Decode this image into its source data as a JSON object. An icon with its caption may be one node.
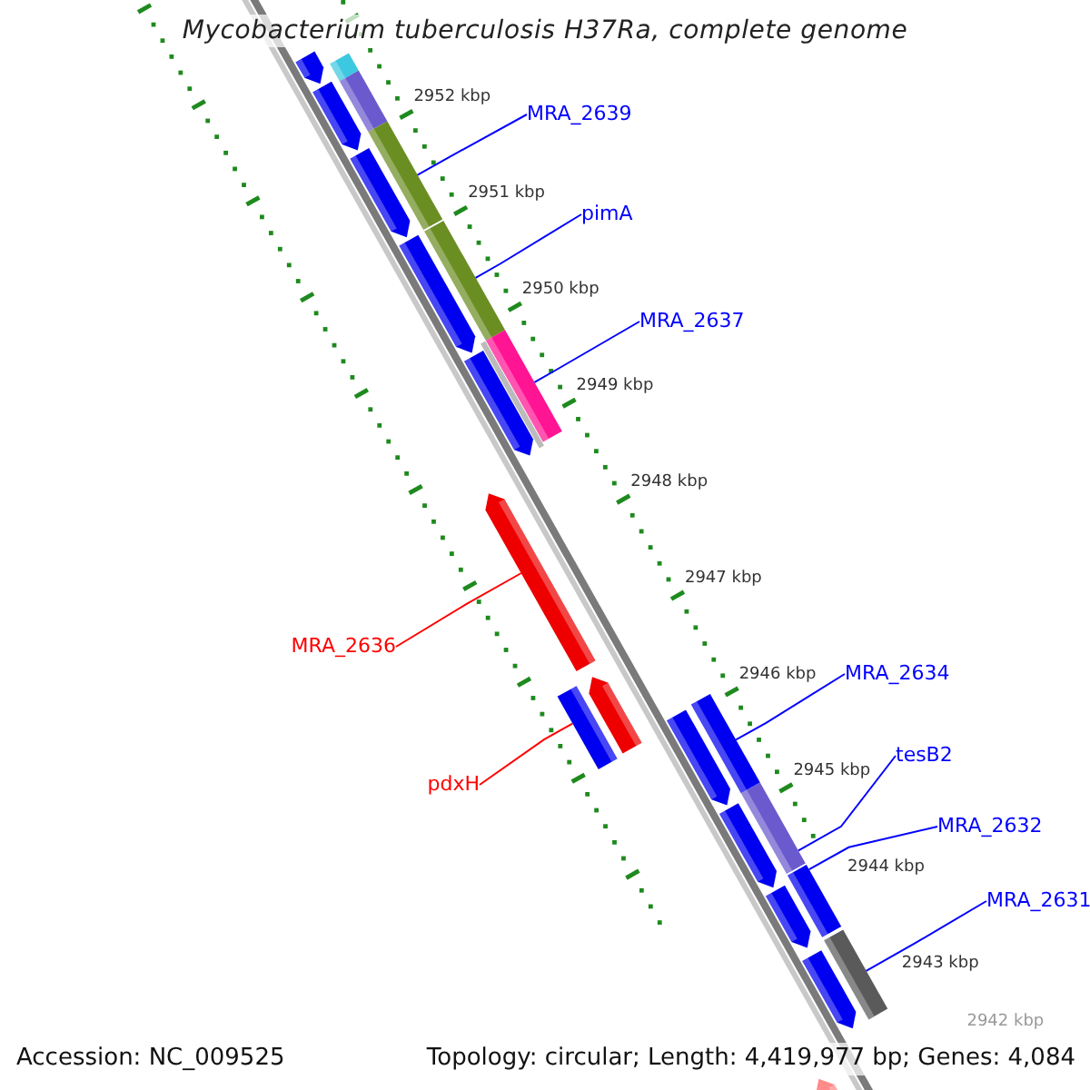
{
  "diagram": {
    "title": "Mycobacterium tuberculosis H37Ra, complete genome",
    "nodes": [
      {
        "text": [
          "MRA_2639"
        ]
      },
      {
        "text": [
          "pimA"
        ]
      },
      {
        "text": [
          "MRA_2637"
        ]
      },
      {
        "text": [
          "MRA_2636"
        ]
      },
      {
        "text": [
          "MRA_2634"
        ]
      },
      {
        "text": [
          "tesB2"
        ]
      },
      {
        "text": [
          "pdxH"
        ]
      },
      {
        "text": [
          "MRA_2632"
        ]
      },
      {
        "text": [
          "MRA_2631"
        ]
      },
      {
        "text": [],
        "shape": "bar"
      },
      {
        "text": [],
        "shape": "bar"
      },
      {
        "text": [],
        "shape": "bar"
      },
      {
        "text": [],
        "shape": "bar"
      },
      {
        "text": [],
        "shape": "bar"
      },
      {
        "text": [],
        "shape": "bar"
      },
      {
        "text": [],
        "shape": "bar"
      },
      {
        "text": [],
        "shape": "bar"
      },
      {
        "text": [],
        "shape": "bar"
      },
      {
        "text": [],
        "shape": "bar"
      },
      {
        "text": [],
        "shape": "bar"
      },
      {
        "text": [],
        "shape": "bar"
      },
      {
        "text": [],
        "shape": "bar"
      },
      {
        "text": [],
        "shape": "bar"
      },
      {
        "text": [],
        "shape": "bar"
      },
      {
        "text": [],
        "shape": "bar"
      },
      {
        "text": [],
        "shape": "bar"
      },
      {
        "text": [],
        "shape": "bar"
      },
      {
        "text": [],
        "shape": "bar"
      },
      {
        "text": [],
        "shape": "bar"
      },
      {
        "text": [],
        "shape": "bar"
      },
      {
        "text": [],
        "shape": "bar"
      }
    ],
    "edges": [
      {
        "from": 0,
        "to": 13,
        "arrow": "none"
      },
      {
        "from": 1,
        "to": 16,
        "arrow": "none"
      },
      {
        "from": 2,
        "to": 17,
        "arrow": "none"
      },
      {
        "from": 3,
        "to": 19,
        "arrow": "none",
        "color": "#ff0000"
      },
      {
        "from": 4,
        "to": 22,
        "arrow": "none"
      },
      {
        "from": 5,
        "to": 24,
        "arrow": "none"
      },
      {
        "from": 6,
        "to": 20,
        "arrow": "none",
        "color": "#ff0000"
      },
      {
        "from": 7,
        "to": 26,
        "arrow": "none"
      },
      {
        "from": 8,
        "to": 28,
        "arrow": "none"
      }
    ],
    "labels": [
      "2952 kbp",
      "2951 kbp",
      "2950 kbp",
      "2949 kbp",
      "2948 kbp",
      "2947 kbp",
      "2946 kbp",
      "2945 kbp",
      "2944 kbp",
      "2943 kbp",
      "2942 kbp",
      "Accession: NC_009525",
      "Topology: circular; Length: 4,419,977 bp; Genes: 4,084"
    ]
  }
}
